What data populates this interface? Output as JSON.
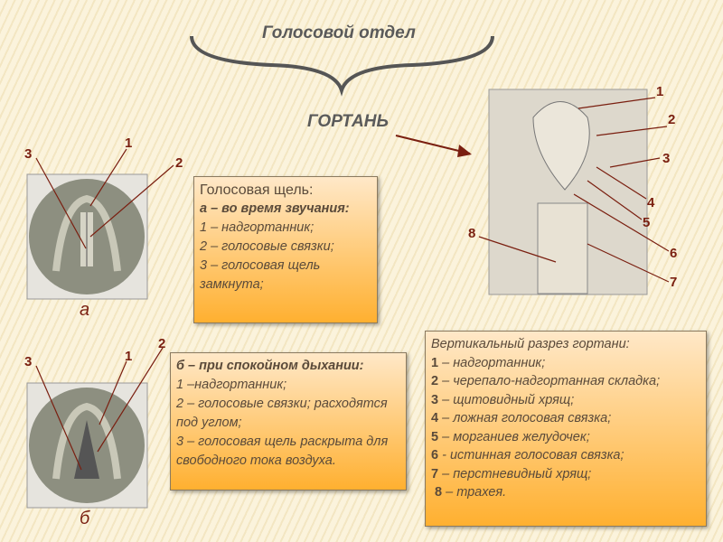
{
  "title": "Голосовой отдел",
  "subtitle": "ГОРТАНЬ",
  "figure_a": {
    "caption": "а",
    "labels": [
      "3",
      "1",
      "2"
    ]
  },
  "figure_b": {
    "caption": "б",
    "labels": [
      "3",
      "1",
      "2"
    ]
  },
  "figure_section": {
    "labels": [
      "1",
      "2",
      "3",
      "4",
      "5",
      "6",
      "7",
      "8"
    ]
  },
  "box_a": {
    "heading": "Голосовая щель:",
    "subheading": "а – во время звучания:",
    "items": [
      "1 – надгортанник;",
      "2 – голосовые связки;",
      "3 – голосовая щель замкнута;"
    ]
  },
  "box_b": {
    "heading": "б – при спокойном дыхании:",
    "items": [
      "1 –надгортанник;",
      "2 – голосовые связки; расходятся под углом;",
      "3 – голосовая щель раскрыта для свободного тока воздуха."
    ]
  },
  "box_c": {
    "heading": "Вертикальный разрез гортани:",
    "items": [
      {
        "n": "1",
        "t": " – надгортанник;"
      },
      {
        "n": "2",
        "t": " – черепало-надгортанная складка;"
      },
      {
        "n": "3",
        "t": " – щитовидный хрящ;"
      },
      {
        "n": "4",
        "t": " – ложная голосовая связка;"
      },
      {
        "n": "5",
        "t": " – морганиев желудочек;"
      },
      {
        "n": "6",
        "t": " -  истинная голосовая связка;"
      },
      {
        "n": "7",
        "t": " – перстневидный хрящ;"
      },
      {
        "n": "8",
        "t": " – трахея."
      }
    ]
  }
}
